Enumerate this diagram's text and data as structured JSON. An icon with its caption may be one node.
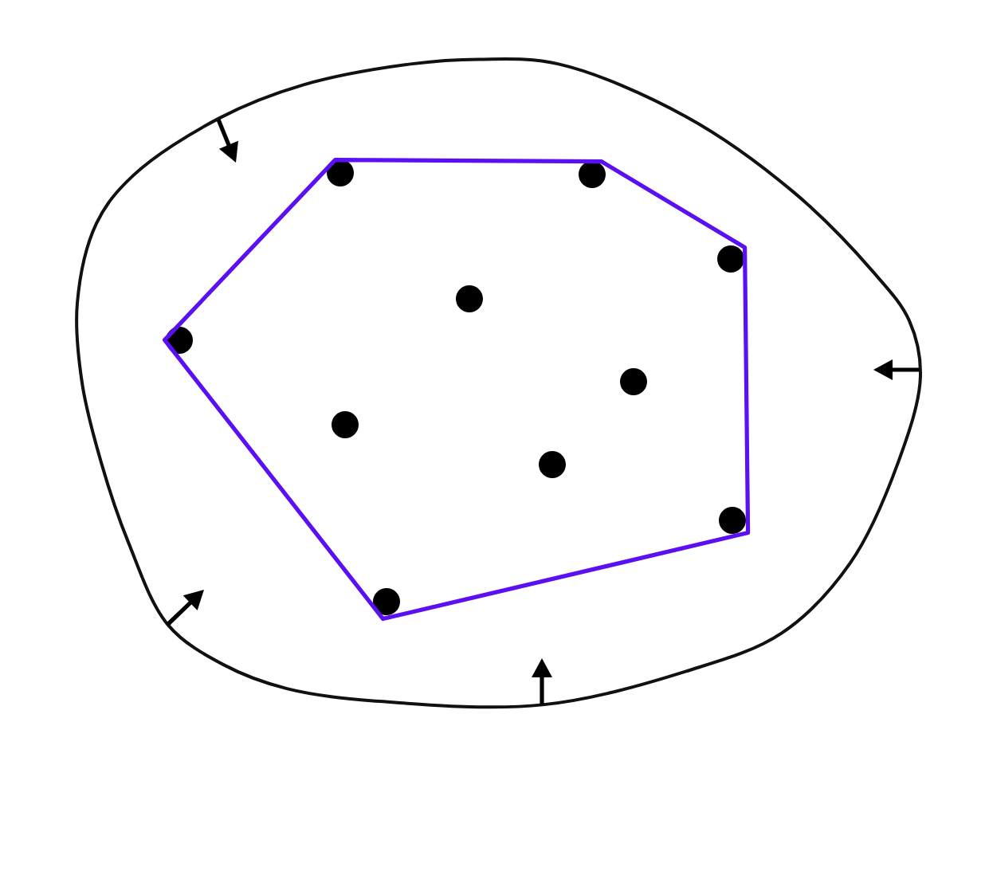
{
  "diagram": {
    "nodes": [
      {
        "text": [],
        "shape": "blob"
      },
      {
        "text": [],
        "shape": "polygon",
        "in": 0
      },
      {
        "text": [],
        "shape": "circle",
        "in": 1
      },
      {
        "text": [],
        "shape": "circle",
        "in": 1
      },
      {
        "text": [],
        "shape": "circle",
        "in": 1
      },
      {
        "text": [],
        "shape": "circle",
        "in": 1
      },
      {
        "text": [],
        "shape": "circle",
        "in": 1
      },
      {
        "text": [],
        "shape": "circle",
        "in": 1
      },
      {
        "text": [],
        "shape": "circle",
        "in": 1
      },
      {
        "text": [],
        "shape": "circle",
        "in": 1
      },
      {
        "text": [],
        "shape": "circle",
        "in": 1
      },
      {
        "text": [],
        "shape": "circle",
        "in": 1
      }
    ]
  }
}
